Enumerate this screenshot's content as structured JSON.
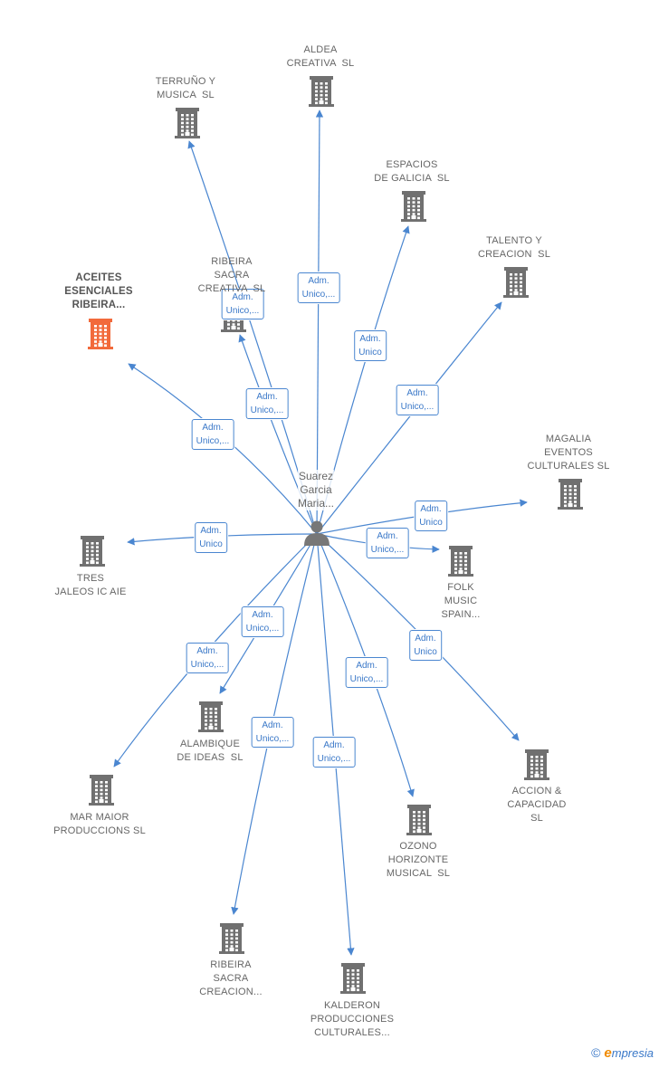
{
  "center": {
    "label": "Suarez\nGarcia\nMaria...",
    "icon": "person-icon",
    "color": "#777777"
  },
  "colors": {
    "edge": "#4a86d0",
    "building": "#707070",
    "highlight": "#f26a3b",
    "edge_label_text": "#3a78c8"
  },
  "brand": {
    "copyright": "©",
    "e": "e",
    "rest": "mpresia"
  },
  "companies": [
    {
      "name": "ALDEA\nCREATIVA  SL",
      "highlight": false
    },
    {
      "name": "TERRUÑO Y\nMUSICA  SL",
      "highlight": false
    },
    {
      "name": "ESPACIOS\nDE GALICIA  SL",
      "highlight": false
    },
    {
      "name": "TALENTO Y\nCREACION  SL",
      "highlight": false
    },
    {
      "name": "ACEITES\nESENCIALES\nRIBEIRA...",
      "highlight": true
    },
    {
      "name": "RIBEIRA\nSACRA\nCREATIVA  SL",
      "highlight": false
    },
    {
      "name": "MAGALIA\nEVENTOS\nCULTURALES SL",
      "highlight": false
    },
    {
      "name": "TRES\nJALEOS IC AIE",
      "highlight": false
    },
    {
      "name": "FOLK\nMUSIC\nSPAIN...",
      "highlight": false
    },
    {
      "name": "ALAMBIQUE\nDE IDEAS  SL",
      "highlight": false
    },
    {
      "name": "MAR MAIOR\nPRODUCCIONS SL",
      "highlight": false
    },
    {
      "name": "ACCION &\nCAPACIDAD\nSL",
      "highlight": false
    },
    {
      "name": "OZONO\nHORIZONTE\nMUSICAL  SL",
      "highlight": false
    },
    {
      "name": "RIBEIRA\nSACRA\nCREACION...",
      "highlight": false
    },
    {
      "name": "KALDERON\nPRODUCCIONES\nCULTURALES...",
      "highlight": false
    }
  ],
  "edges": [
    {
      "to": 0,
      "label": "Adm.\nUnico,..."
    },
    {
      "to": 1,
      "label": "Adm.\nUnico,..."
    },
    {
      "to": 2,
      "label": "Adm.\nUnico"
    },
    {
      "to": 3,
      "label": "Adm.\nUnico,..."
    },
    {
      "to": 4,
      "label": "Adm.\nUnico,..."
    },
    {
      "to": 5,
      "label": "Adm.\nUnico,..."
    },
    {
      "to": 6,
      "label": "Adm.\nUnico"
    },
    {
      "to": 7,
      "label": "Adm.\nUnico"
    },
    {
      "to": 8,
      "label": "Adm.\nUnico,..."
    },
    {
      "to": 9,
      "label": "Adm.\nUnico,..."
    },
    {
      "to": 10,
      "label": "Adm.\nUnico,..."
    },
    {
      "to": 11,
      "label": "Adm.\nUnico"
    },
    {
      "to": 12,
      "label": "Adm.\nUnico,..."
    },
    {
      "to": 13,
      "label": "Adm.\nUnico,..."
    },
    {
      "to": 14,
      "label": "Adm.\nUnico,..."
    }
  ]
}
